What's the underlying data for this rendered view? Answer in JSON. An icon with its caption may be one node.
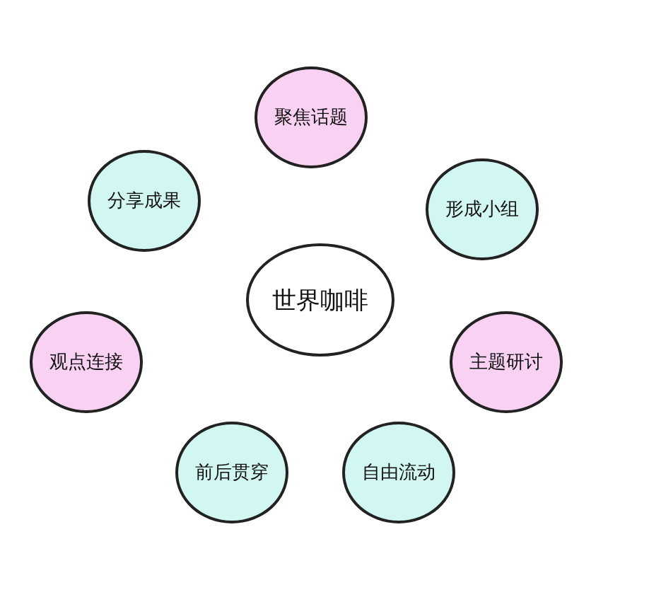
{
  "diagram": {
    "nodes": [
      {
        "text": [
          "世界咖啡"
        ]
      },
      {
        "text": [
          "聚焦话题"
        ]
      },
      {
        "text": [
          "分享成果"
        ]
      },
      {
        "text": [
          "形成小组"
        ]
      },
      {
        "text": [
          "观点连接"
        ]
      },
      {
        "text": [
          "主题研讨"
        ]
      },
      {
        "text": [
          "前后贯穿"
        ]
      },
      {
        "text": [
          "自由流动"
        ]
      }
    ],
    "edges": []
  }
}
